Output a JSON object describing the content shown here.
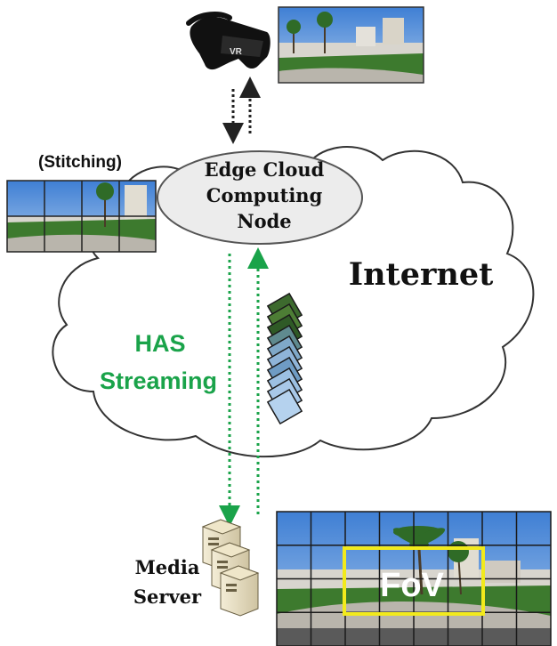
{
  "labels": {
    "stitching": "(Stitching)",
    "edge_node_line1": "Edge Cloud",
    "edge_node_line2": "Computing",
    "edge_node_line3": "Node",
    "internet": "Internet",
    "has_line1": "HAS",
    "has_line2": "Streaming",
    "media_line1": "Media",
    "media_line2": "Server",
    "fov": "FoV",
    "headset_text": "VR"
  },
  "colors": {
    "cloud_stroke": "#333333",
    "ellipse_fill": "#ececec",
    "has_green": "#1aa34a",
    "fov_yellow": "#f2ea1c",
    "sky": "#5b8fd0",
    "grass": "#3d7a2e",
    "pavement": "#c9c6bf"
  },
  "icons": {
    "headset": "vr-headset-icon",
    "server": "server-stack-icon",
    "tiles": "video-tiles-stack-icon"
  }
}
